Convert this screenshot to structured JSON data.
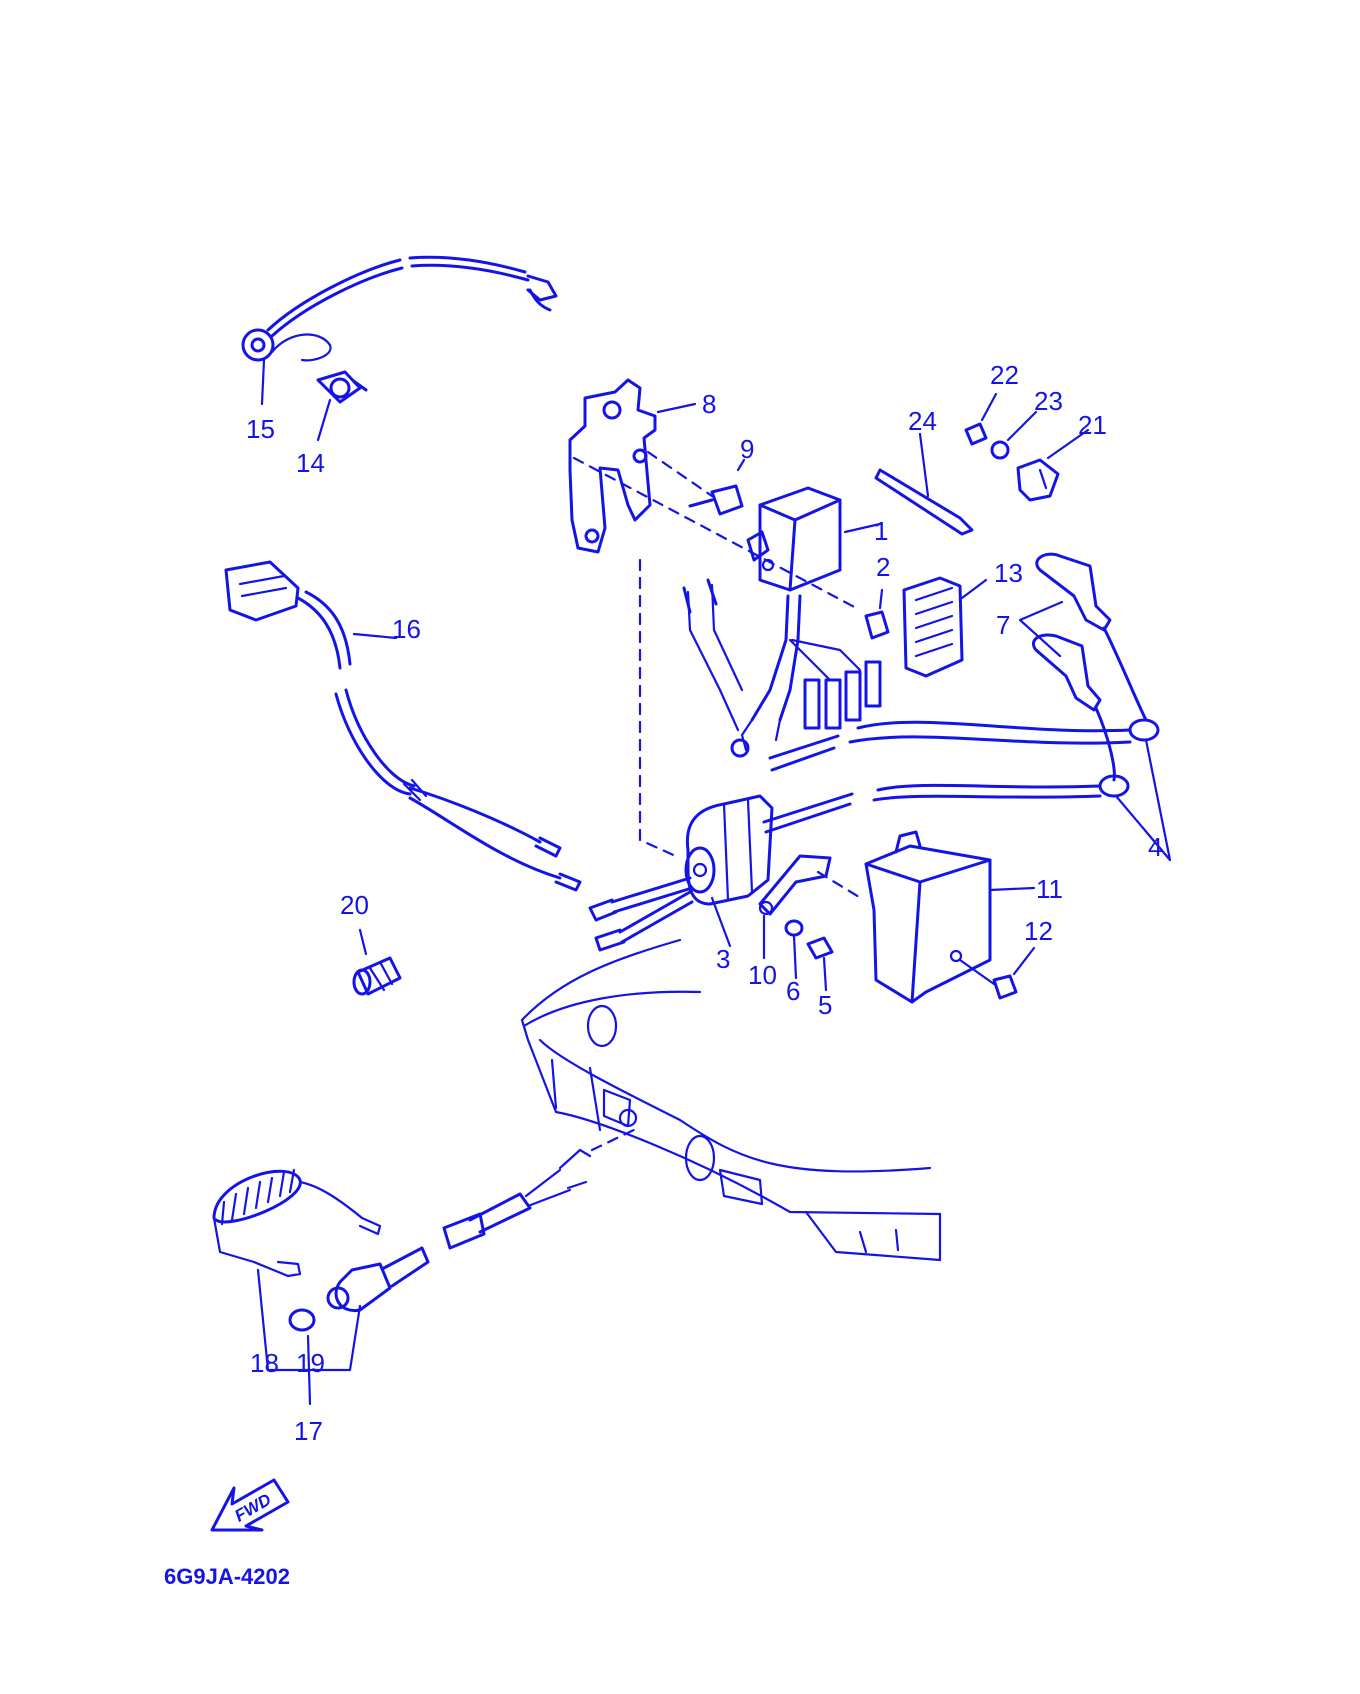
{
  "diagram": {
    "part_labels": [
      "1",
      "2",
      "3",
      "4",
      "5",
      "6",
      "7",
      "8",
      "9",
      "10",
      "11",
      "12",
      "13",
      "14",
      "15",
      "16",
      "17",
      "18",
      "19",
      "20",
      "21",
      "22",
      "23",
      "24"
    ],
    "direction_arrow": "FWD",
    "drawing_code": "6G9JA-4202",
    "line_color": "#1414e6"
  }
}
